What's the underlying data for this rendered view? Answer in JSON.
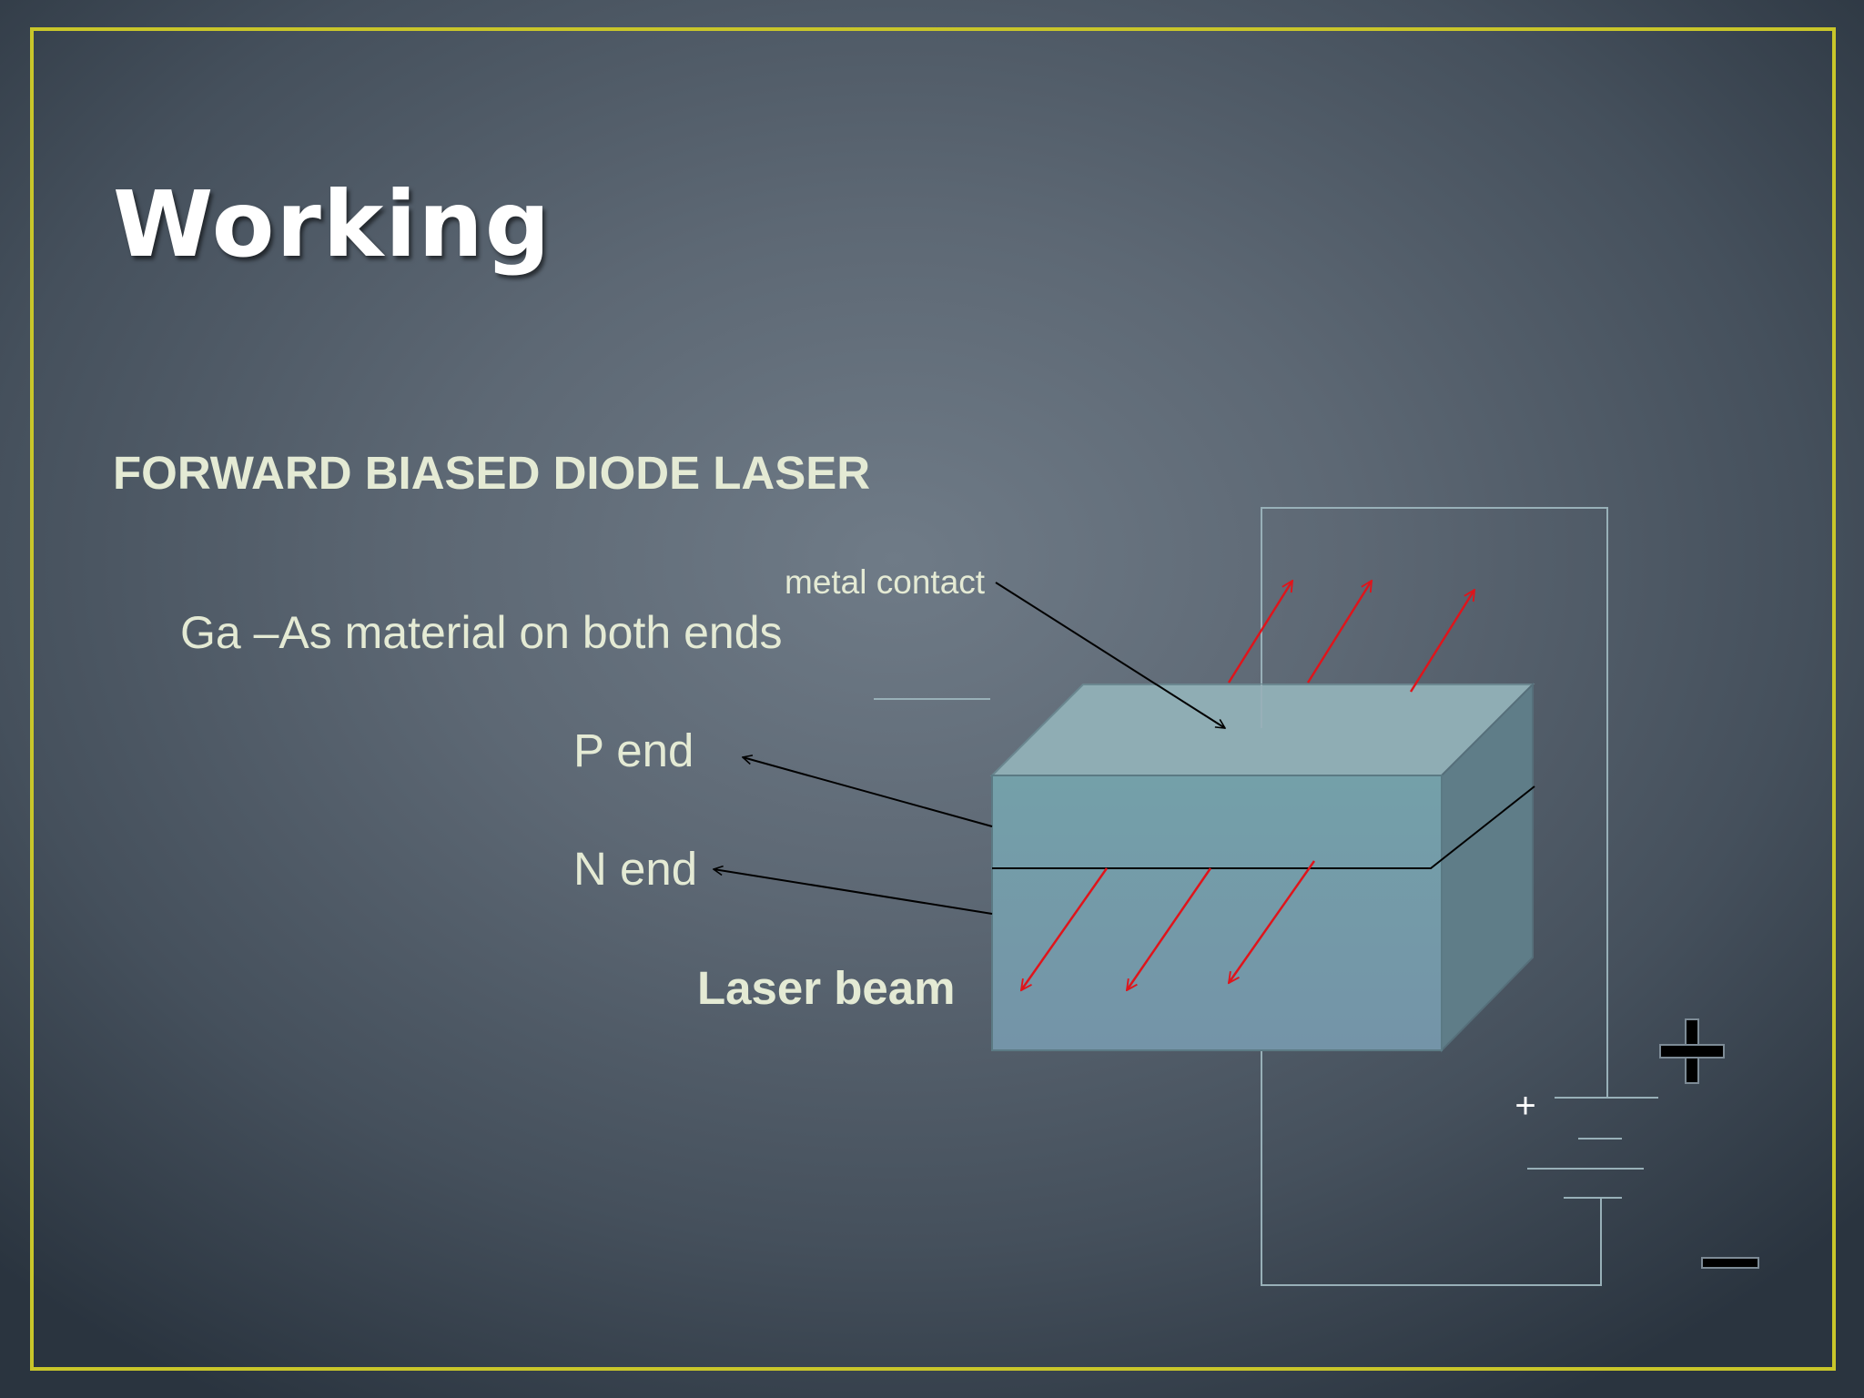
{
  "slide": {
    "title": "Working",
    "subtitle": "FORWARD BIASED DIODE LASER",
    "material_note": "Ga –As material on both ends"
  },
  "diagram": {
    "labels": {
      "metal_contact": "metal contact",
      "p_end": "P end",
      "n_end": "N end",
      "laser_beam": "Laser beam"
    },
    "battery": {
      "plus_small": "+",
      "plus_large": "+",
      "minus_large": "−"
    }
  },
  "colors": {
    "border": "#c9c62a",
    "box_top": "#8fadb4",
    "box_front": "#739aa6",
    "box_side": "#5f7d88",
    "laser": "#e0141b",
    "wire": "#98b0b8"
  }
}
